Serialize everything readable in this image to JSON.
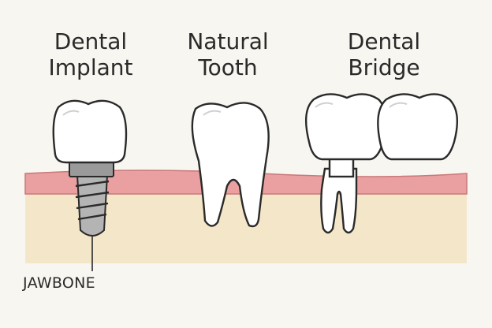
{
  "titles": {
    "implant": "Dental\nImplant",
    "natural": "Natural\nTooth",
    "bridge": "Dental\nBridge"
  },
  "callout": {
    "label": "JAWBONE"
  },
  "colors": {
    "background": "#f8f6f1",
    "gum": "#eaa0a0",
    "bone": "#f4e6c8",
    "tooth": "#ffffff",
    "metal": "#a8a8a8",
    "outline": "#2a2a2a"
  }
}
